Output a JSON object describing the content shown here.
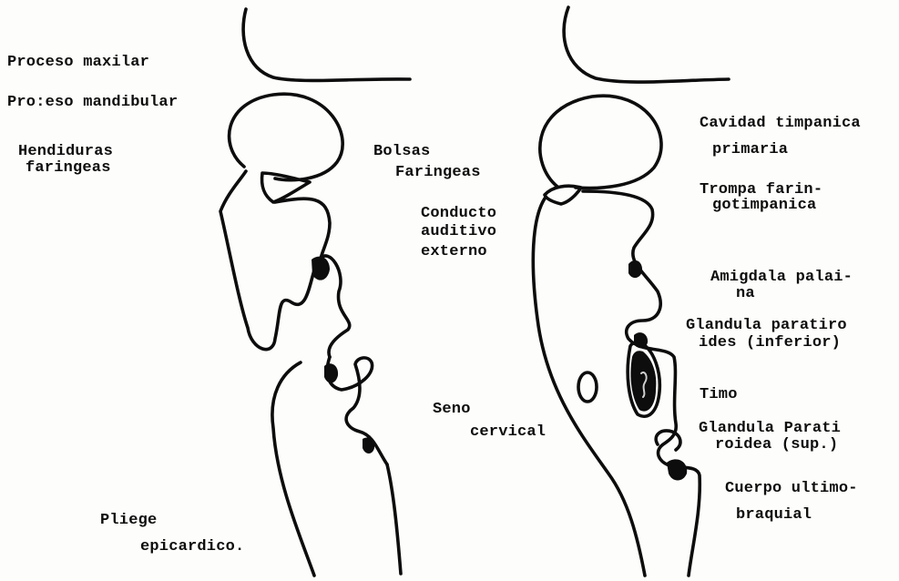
{
  "colors": {
    "ink": "#0d0d0d",
    "paper": "#fdfdfb"
  },
  "left_figure": {
    "labels": {
      "maxillary_process": "Proceso maxilar",
      "mandibular_process": "Pro:eso mandibular",
      "pharyngeal_clefts_1": "Hendiduras",
      "pharyngeal_clefts_2": "faringeas",
      "pharyngeal_pouches_1": "Bolsas",
      "pharyngeal_pouches_2": "Faringeas",
      "epicardial_fold_1": "Pliege",
      "epicardial_fold_2": "epicardico."
    }
  },
  "middle_labels": {
    "ear_canal_1": "Conducto",
    "ear_canal_2": "auditivo",
    "ear_canal_3": "externo",
    "cervical_sinus_1": "Seno",
    "cervical_sinus_2": "cervical"
  },
  "right_figure": {
    "labels": {
      "tympanic_cavity_1": "Cavidad timpanica",
      "tympanic_cavity_2": "primaria",
      "auditory_tube_1": "Trompa farin-",
      "auditory_tube_2": "gotimpanica",
      "palatine_tonsil_1": "Amigdala palai-",
      "palatine_tonsil_2": "na",
      "inferior_parathyroid_1": "Glandula paratiro",
      "inferior_parathyroid_2": "ides (inferior)",
      "thymus": "Timo",
      "superior_parathyroid_1": "Glandula Parati",
      "superior_parathyroid_2": "roidea (sup.)",
      "ultimobranchial_body_1": "Cuerpo ultimo-",
      "ultimobranchial_body_2": "braquial"
    }
  }
}
